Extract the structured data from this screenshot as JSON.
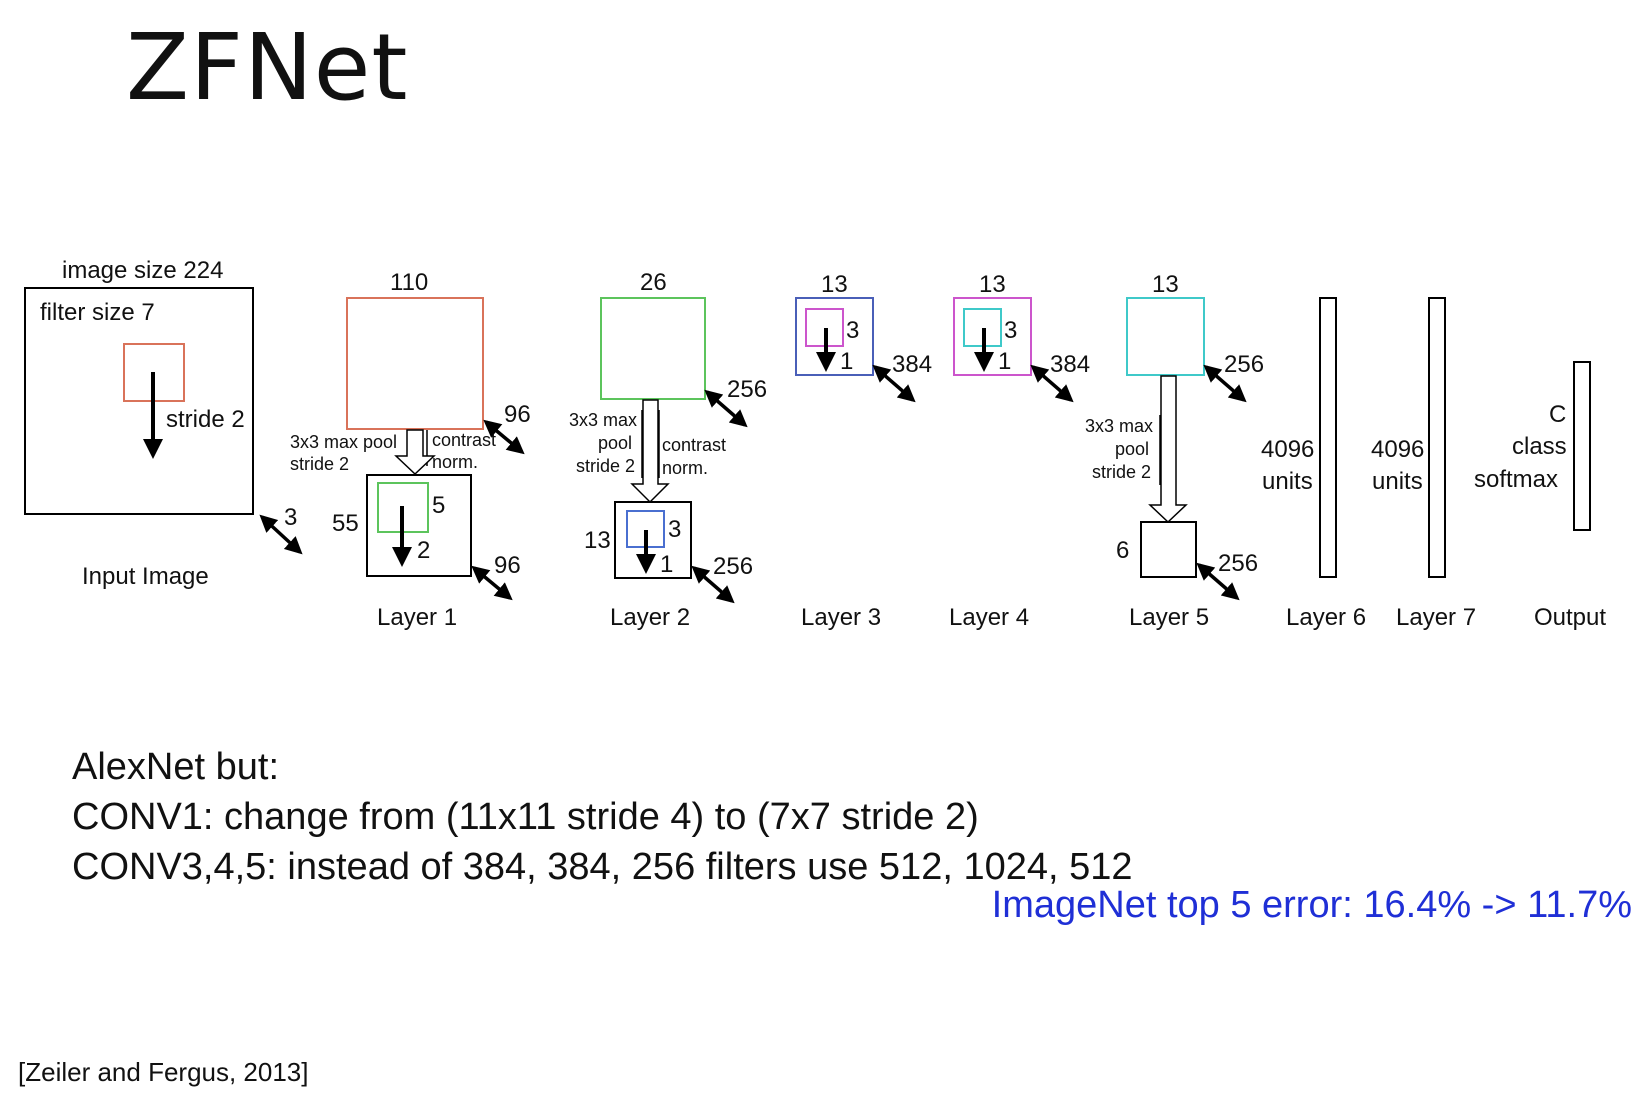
{
  "title": "ZFNet",
  "diagram": {
    "input": {
      "size_label": "image size 224",
      "filter_label": "filter size 7",
      "stride_label": "stride 2",
      "depth": "3",
      "name": "Input Image"
    },
    "layer1": {
      "size": "110",
      "depth_top": "96",
      "pool_label_1": "3x3 max pool",
      "pool_label_2": "stride 2",
      "norm_label_1": "contrast",
      "norm_label_2": "norm.",
      "out_size": "55",
      "kernel": "5",
      "stride": "2",
      "depth_bottom": "96",
      "name": "Layer 1"
    },
    "layer2": {
      "size": "26",
      "depth_top": "256",
      "pool_label_1": "3x3 max",
      "pool_label_2": "pool",
      "pool_label_3": "stride 2",
      "norm_label_1": "contrast",
      "norm_label_2": "norm.",
      "out_size": "13",
      "kernel": "3",
      "stride": "1",
      "depth_bottom": "256",
      "name": "Layer 2"
    },
    "layer3": {
      "size": "13",
      "kernel": "3",
      "stride": "1",
      "depth": "384",
      "name": "Layer 3"
    },
    "layer4": {
      "size": "13",
      "kernel": "3",
      "stride": "1",
      "depth": "384",
      "name": "Layer 4"
    },
    "layer5": {
      "size": "13",
      "depth_top": "256",
      "pool_label_1": "3x3 max",
      "pool_label_2": "pool",
      "pool_label_3": "stride 2",
      "out_size": "6",
      "depth_bottom": "256",
      "name": "Layer 5"
    },
    "layer6": {
      "units_1": "4096",
      "units_2": "units",
      "name": "Layer 6"
    },
    "layer7": {
      "units_1": "4096",
      "units_2": "units",
      "name": "Layer 7"
    },
    "output": {
      "label_1": "C",
      "label_2": "class",
      "label_3": "softmax",
      "name": "Output"
    },
    "colors": {
      "input_filter": "#d9735a",
      "layer1_box": "#d9735a",
      "layer1_filter": "#5cc45c",
      "layer2_box": "#5cc45c",
      "layer2_filter": "#4a6fd0",
      "layer3_box": "#4a5fb8",
      "layer3_filter": "#cc55cc",
      "layer4_box": "#cc55cc",
      "layer4_filter": "#3fc9c9",
      "layer5_box": "#3fc9c9"
    }
  },
  "notes": {
    "line1": "AlexNet but:",
    "line2": "CONV1: change from (11x11 stride 4) to (7x7 stride 2)",
    "line3": "CONV3,4,5: instead of 384, 384, 256 filters use 512, 1024, 512"
  },
  "result": "ImageNet top 5 error: 16.4% -> 11.7%",
  "citation": "[Zeiler and Fergus, 2013]"
}
